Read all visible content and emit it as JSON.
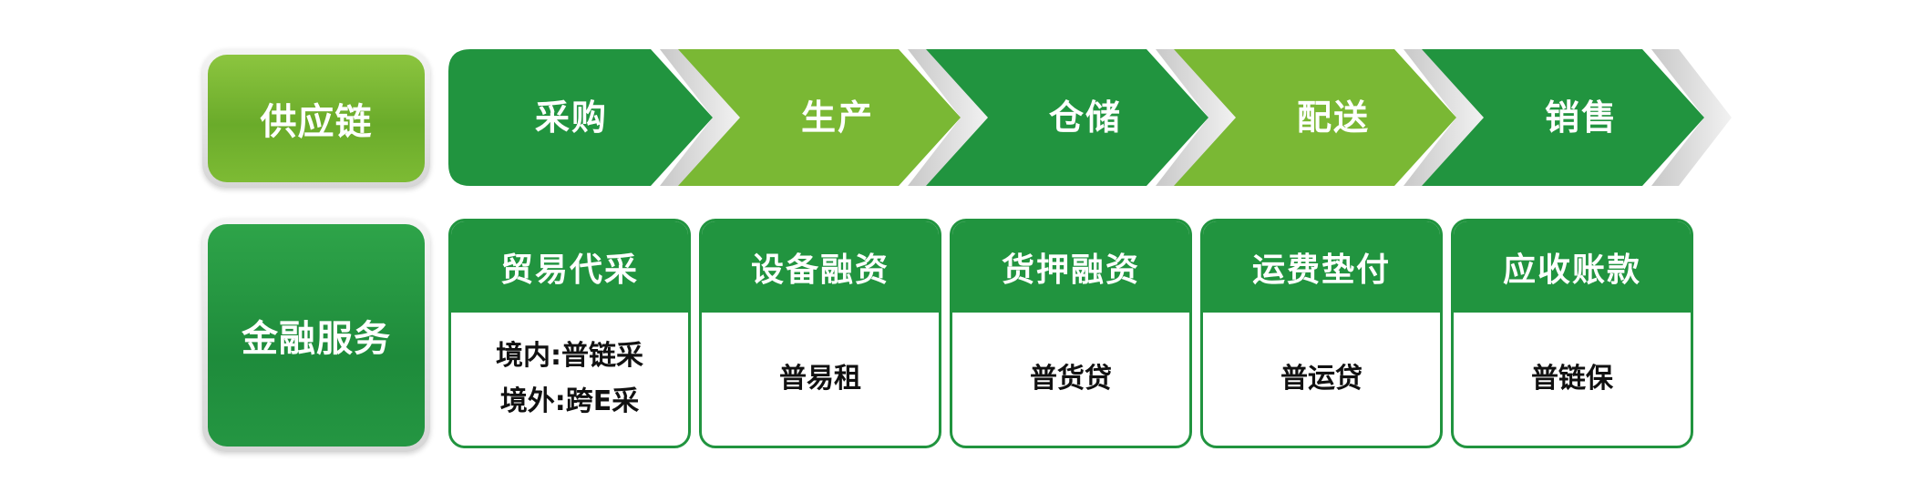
{
  "colors": {
    "dark_green": "#21943f",
    "light_green": "#7ab834",
    "border_grey": "#d6d6d6"
  },
  "supply_chain": {
    "label": "供应链",
    "stages": [
      {
        "label": "采购",
        "color": "#21943f"
      },
      {
        "label": "生产",
        "color": "#7ab834"
      },
      {
        "label": "仓储",
        "color": "#21943f"
      },
      {
        "label": "配送",
        "color": "#7ab834"
      },
      {
        "label": "销售",
        "color": "#21943f"
      }
    ]
  },
  "finance": {
    "label": "金融服务",
    "cards": [
      {
        "title": "贸易代采",
        "lines": [
          "境内:普链采",
          "境外:跨E采"
        ]
      },
      {
        "title": "设备融资",
        "lines": [
          "普易租"
        ]
      },
      {
        "title": "货押融资",
        "lines": [
          "普货贷"
        ]
      },
      {
        "title": "运费垫付",
        "lines": [
          "普运贷"
        ]
      },
      {
        "title": "应收账款",
        "lines": [
          "普链保"
        ]
      }
    ]
  }
}
